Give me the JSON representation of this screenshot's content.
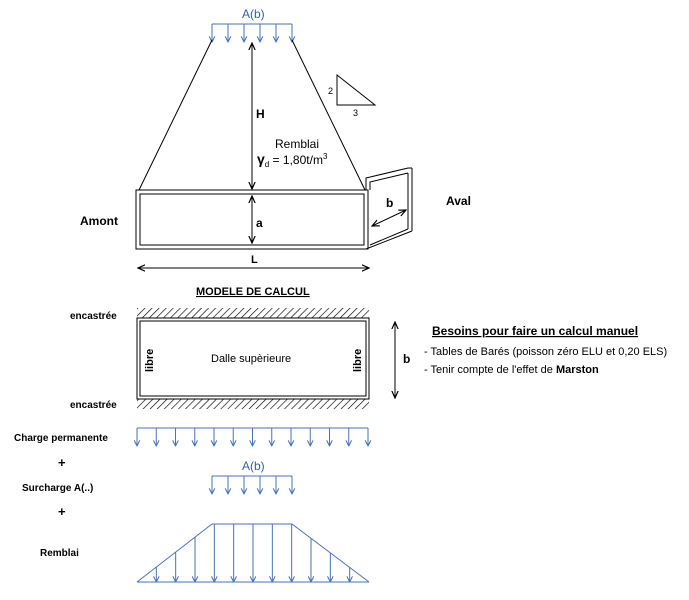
{
  "colors": {
    "line": "#000000",
    "load": "#4a72b8",
    "label_blue": "#2e5fb0"
  },
  "top_view": {
    "load_label": "A(b)",
    "height_label": "H",
    "slope_vertical": "2",
    "slope_horizontal": "3",
    "fill_title": "Remblai",
    "gamma_symbol": "γ",
    "gamma_sub": "d",
    "gamma_value": " = 1,80t/m",
    "gamma_exp": "3",
    "upstream": "Amont",
    "downstream": "Aval",
    "inner_height": "a",
    "width_label": "b",
    "length_label": "L"
  },
  "model": {
    "title": "MODELE DE CALCUL",
    "fixed_top": "encastrée",
    "fixed_bottom": "encastrée",
    "free_left": "libre",
    "free_right": "libre",
    "slab": "Dalle supèrieure",
    "span": "b"
  },
  "needs": {
    "title": "Besoins pour faire un calcul manuel",
    "item1": "- Tables de Barés (poisson zéro ELU et 0,20 ELS)",
    "item2_prefix": "- Tenir compte de l'effet de ",
    "item2_bold": "Marston"
  },
  "loads": {
    "permanent": "Charge permanente",
    "plus1": "+",
    "overload": "Surcharge A(..)",
    "overload_label": "A(b)",
    "plus2": "+",
    "fill": "Remblai"
  }
}
